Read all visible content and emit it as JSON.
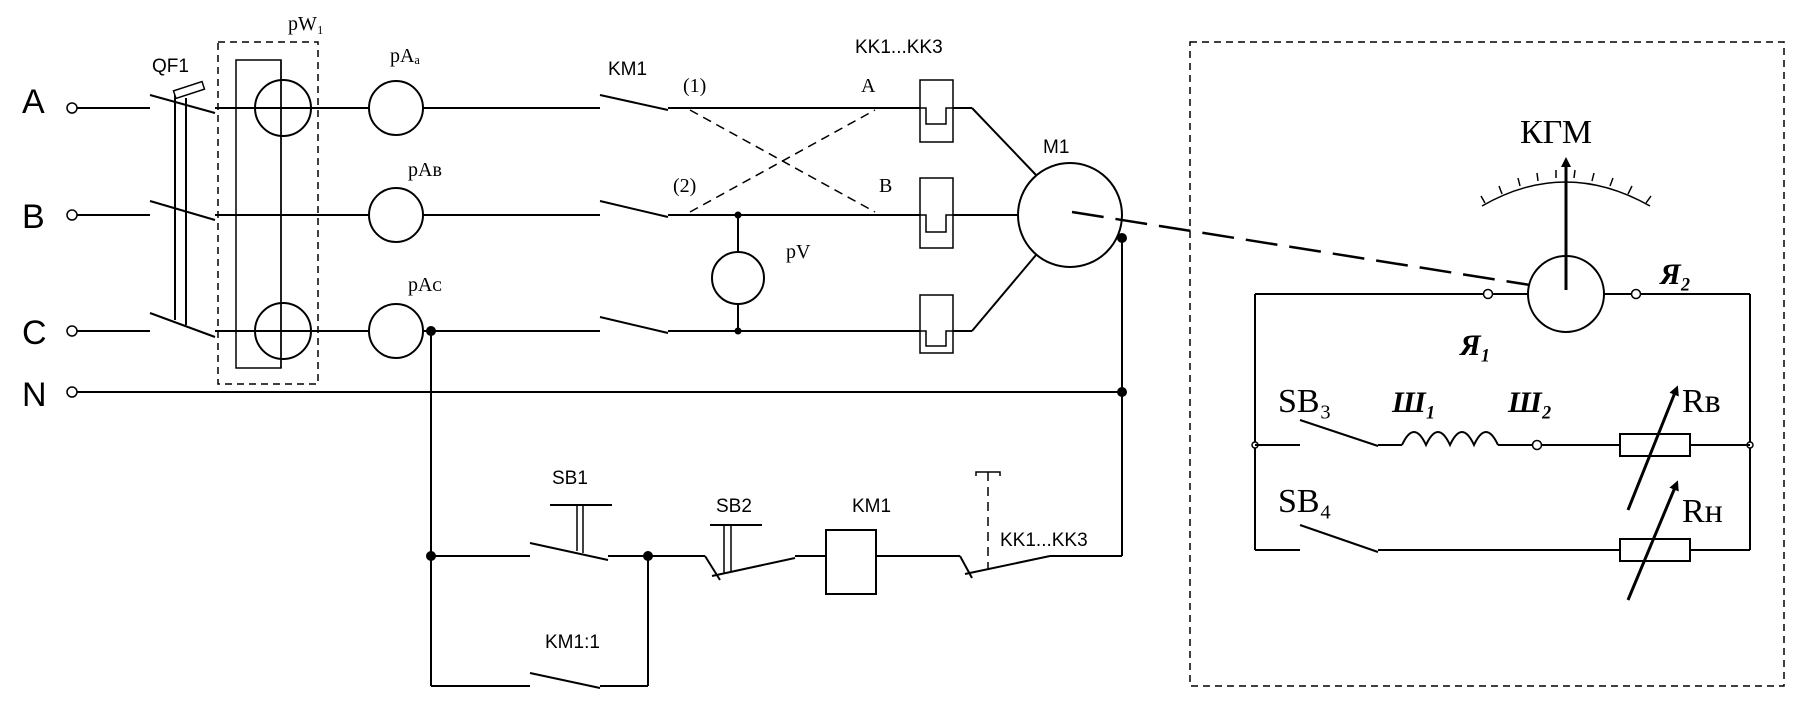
{
  "phases": {
    "a": "A",
    "b": "B",
    "c": "C",
    "n": "N"
  },
  "components": {
    "breaker": "QF1",
    "wattmeter": "pW₁",
    "ammeter_a": "pAₐ",
    "ammeter_b": "pAʙ",
    "ammeter_c": "pAᴄ",
    "contactor": "KM1",
    "thermal_relays_top": "KK1...KK3",
    "voltmeter": "pV",
    "motor": "M1",
    "cross_label_1": "(1)",
    "cross_label_2": "(2)",
    "cross_a": "A",
    "cross_b": "B"
  },
  "control": {
    "sb1": "SB1",
    "sb2": "SB2",
    "coil": "KM1",
    "relays": "KK1...KK3",
    "holding_contact": "KM1:1"
  },
  "generator": {
    "meter": "КГМ",
    "ya1": "Я₁",
    "ya2": "Я₂",
    "sb3": "SB₃",
    "sb4": "SB₄",
    "sh1": "Ш₁",
    "sh2": "Ш₂",
    "rv": "Rʙ",
    "rn": "Rʜ"
  }
}
